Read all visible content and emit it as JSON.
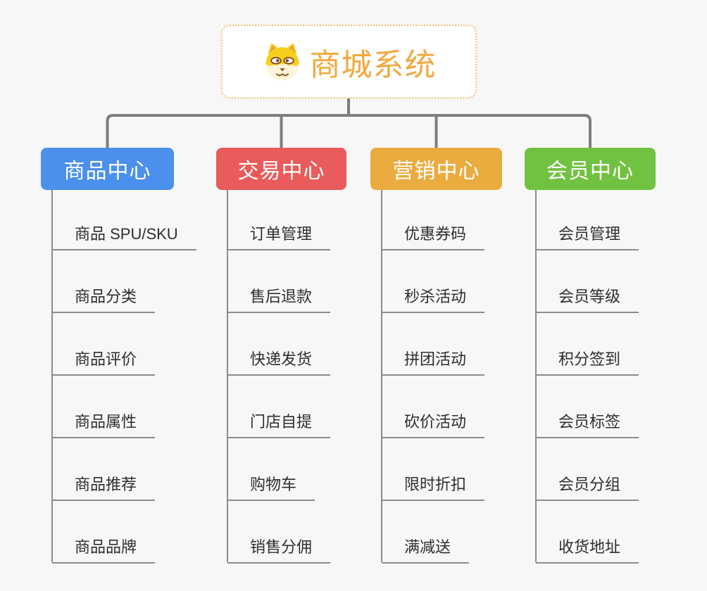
{
  "root": {
    "title": "商城系统",
    "icon": "dog-face-icon"
  },
  "branches": [
    {
      "label": "商品中心",
      "color": "#4A90EC",
      "children": [
        "商品 SPU/SKU",
        "商品分类",
        "商品评价",
        "商品属性",
        "商品推荐",
        "商品品牌"
      ]
    },
    {
      "label": "交易中心",
      "color": "#EA5B5B",
      "children": [
        "订单管理",
        "售后退款",
        "快递发货",
        "门店自提",
        "购物车",
        "销售分佣"
      ]
    },
    {
      "label": "营销中心",
      "color": "#EBAC3F",
      "children": [
        "优惠券码",
        "秒杀活动",
        "拼团活动",
        "砍价活动",
        "限时折扣",
        "满减送"
      ]
    },
    {
      "label": "会员中心",
      "color": "#71C240",
      "children": [
        "会员管理",
        "会员等级",
        "积分签到",
        "会员标签",
        "会员分组",
        "收货地址"
      ]
    }
  ],
  "colors": {
    "background": "#F7F7F7",
    "connector": "#7E7E7E",
    "leaf_line": "#8C8C8C",
    "leaf_text": "#2E2E2E",
    "root_text": "#F2A93E",
    "root_border": "#F5C26B"
  }
}
